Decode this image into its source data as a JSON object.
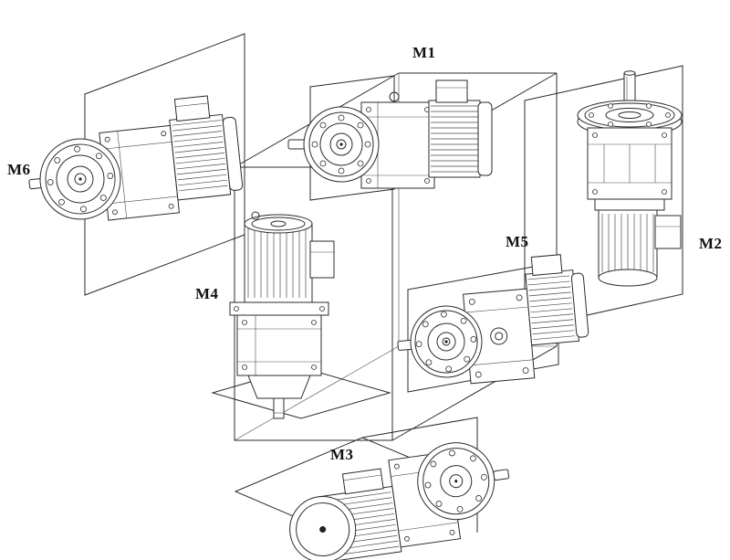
{
  "diagram": {
    "labels": [
      {
        "id": "m1",
        "text": "M1"
      },
      {
        "id": "m2",
        "text": "M2"
      },
      {
        "id": "m3",
        "text": "M3"
      },
      {
        "id": "m4",
        "text": "M4"
      },
      {
        "id": "m5",
        "text": "M5"
      },
      {
        "id": "m6",
        "text": "M6"
      }
    ]
  }
}
